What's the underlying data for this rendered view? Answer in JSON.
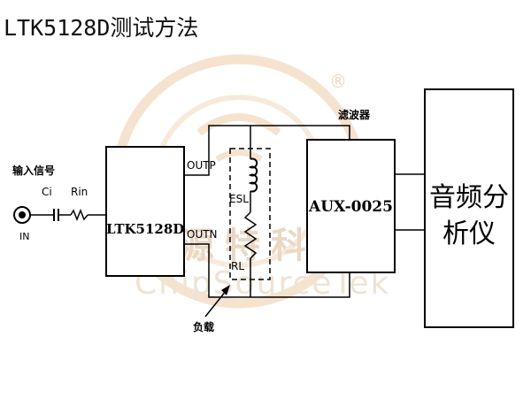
{
  "title": "LTK5128D测试方法",
  "labels": {
    "input_signal": "输入信号",
    "ci": "Ci",
    "rin": "Rin",
    "in": "IN",
    "chip": "LTK5128D",
    "outp": "OUTP",
    "outn": "OUTN",
    "esl": "ESL",
    "rl": "RL",
    "load": "负载",
    "filter": "滤波器",
    "aux": "AUX-0025",
    "analyzer_line1": "音频分",
    "analyzer_line2": "析仪"
  },
  "watermark": {
    "cn_text": "矽源特科技",
    "en_text": "ChipSourceTek",
    "registered": "®",
    "color": "#f3ddc4"
  }
}
